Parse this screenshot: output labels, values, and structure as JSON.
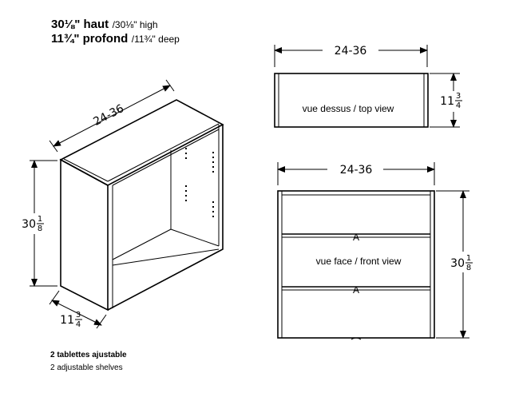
{
  "specs": {
    "height_fr": "30⅛\" haut",
    "height_en": "/30⅛\" high",
    "depth_fr": "11¾\" profond",
    "depth_en": "/11¾\" deep"
  },
  "dims": {
    "width": "24-36",
    "height_whole": "30",
    "height_num": "1",
    "height_den": "8",
    "depth_whole": "11",
    "depth_num": "3",
    "depth_den": "4"
  },
  "views": {
    "top": "vue dessus / top view",
    "front": "vue face / front view"
  },
  "shelves_glyph": "A",
  "notes": {
    "line1": "2 tablettes ajustable",
    "line2": "2 adjustable shelves"
  }
}
